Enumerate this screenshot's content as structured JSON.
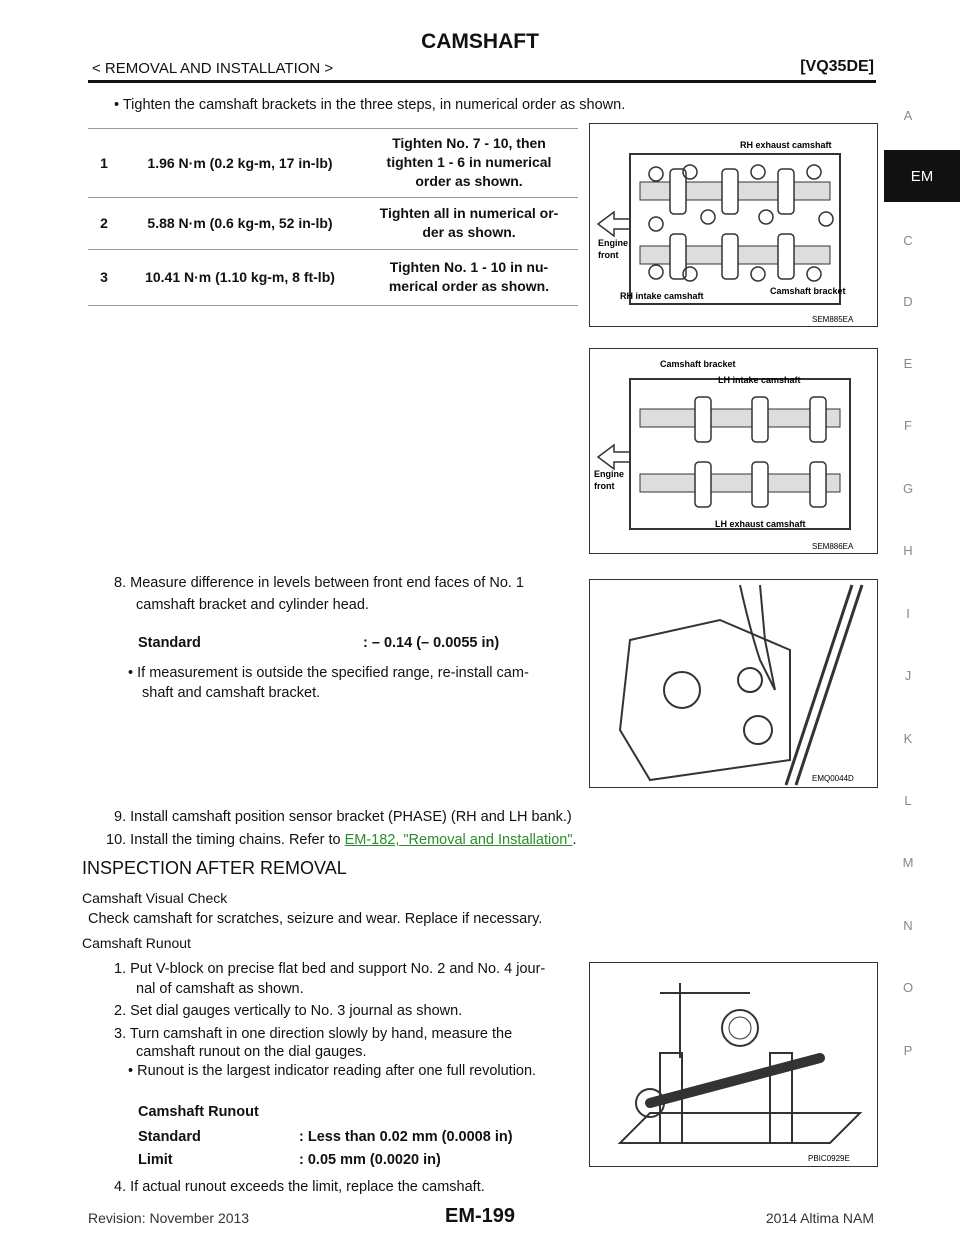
{
  "header": {
    "title": "CAMSHAFT",
    "section": "< REMOVAL AND INSTALLATION >",
    "engine": "[VQ35DE]"
  },
  "side_index": {
    "letters": [
      "A",
      "C",
      "D",
      "E",
      "F",
      "G",
      "H",
      "I",
      "J",
      "K",
      "L",
      "M",
      "N",
      "O",
      "P"
    ],
    "active": "EM"
  },
  "intro_bullet": "• Tighten the camshaft brackets in the three steps, in numerical order as shown.",
  "torque_table": [
    {
      "step": "1",
      "torque": "1.96 N·m (0.2 kg-m, 17 in-lb)",
      "instruction": [
        "Tighten No. 7 - 10, then",
        "tighten 1 - 6 in numerical",
        "order as shown."
      ]
    },
    {
      "step": "2",
      "torque": "5.88 N·m (0.6 kg-m, 52 in-lb)",
      "instruction": [
        "Tighten all in numerical or-",
        "der as shown."
      ]
    },
    {
      "step": "3",
      "torque": "10.41 N·m (1.10 kg-m, 8 ft-lb)",
      "instruction": [
        "Tighten No. 1 - 10 in nu-",
        "merical order as shown."
      ]
    }
  ],
  "figure1": {
    "code": "SEM885EA",
    "labels": {
      "exhaust": "RH exhaust camshaft",
      "intake": "RH intake camshaft",
      "bracket": "Camshaft bracket",
      "engine": "Engine",
      "front": "front"
    }
  },
  "figure2": {
    "code": "SEM886EA",
    "labels": {
      "bracket": "Camshaft bracket",
      "intake": "LH intake camshaft",
      "exhaust": "LH exhaust camshaft",
      "engine": "Engine",
      "front": "front"
    }
  },
  "figure3": {
    "code": "EMQ0044D"
  },
  "figure4": {
    "code": "PBIC0929E"
  },
  "step8": {
    "text1": "8.  Measure difference in levels between front end faces of No. 1",
    "text2": "camshaft bracket and cylinder head.",
    "standard_label": "Standard",
    "standard_value": ": – 0.14 (– 0.0055 in)",
    "bullet1": "• If measurement is outside the specified range, re-install cam-",
    "bullet2": "shaft and camshaft bracket."
  },
  "step9": "9.  Install camshaft position sensor bracket (PHASE) (RH and LH bank.)",
  "step10": {
    "prefix": "10.  Install the timing chains. Refer to ",
    "link": "EM-182, \"Removal and Installation\"",
    "suffix": "."
  },
  "inspection": {
    "heading": "INSPECTION AFTER REMOVAL",
    "visual_title": "Camshaft Visual Check",
    "visual_text": "Check camshaft for scratches, seizure and wear. Replace if necessary.",
    "runout_title": "Camshaft Runout",
    "steps": [
      [
        "1.  Put V-block on precise flat bed and support No. 2 and No. 4 jour-",
        "nal of camshaft as shown."
      ],
      [
        "2.  Set dial gauges vertically to No. 3 journal as shown."
      ],
      [
        "3.  Turn camshaft in one direction slowly by hand, measure the",
        "camshaft runout on the dial gauges.",
        "• Runout is the largest indicator reading after one full revolution."
      ]
    ],
    "spec_title": "Camshaft Runout",
    "spec_standard_label": "Standard",
    "spec_standard_value": ": Less than 0.02 mm (0.0008 in)",
    "spec_limit_label": "Limit",
    "spec_limit_value": ": 0.05 mm (0.0020 in)",
    "step4": "4.  If actual runout exceeds the limit, replace the camshaft."
  },
  "footer": {
    "revision": "Revision: November 2013",
    "page": "EM-199",
    "model": "2014 Altima NAM"
  }
}
